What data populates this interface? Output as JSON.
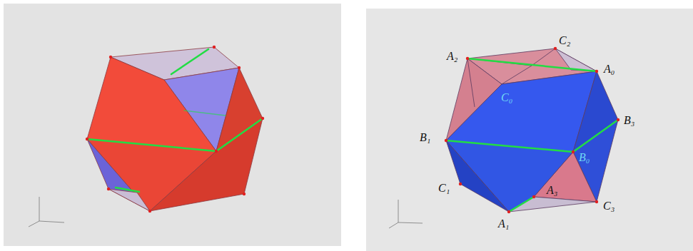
{
  "diagram": {
    "labels": [
      "A₂",
      "C₂",
      "A₀",
      "C₀",
      "B₁",
      "B₃",
      "B₀",
      "C₁",
      "A₃",
      "C₃",
      "A₁"
    ]
  }
}
